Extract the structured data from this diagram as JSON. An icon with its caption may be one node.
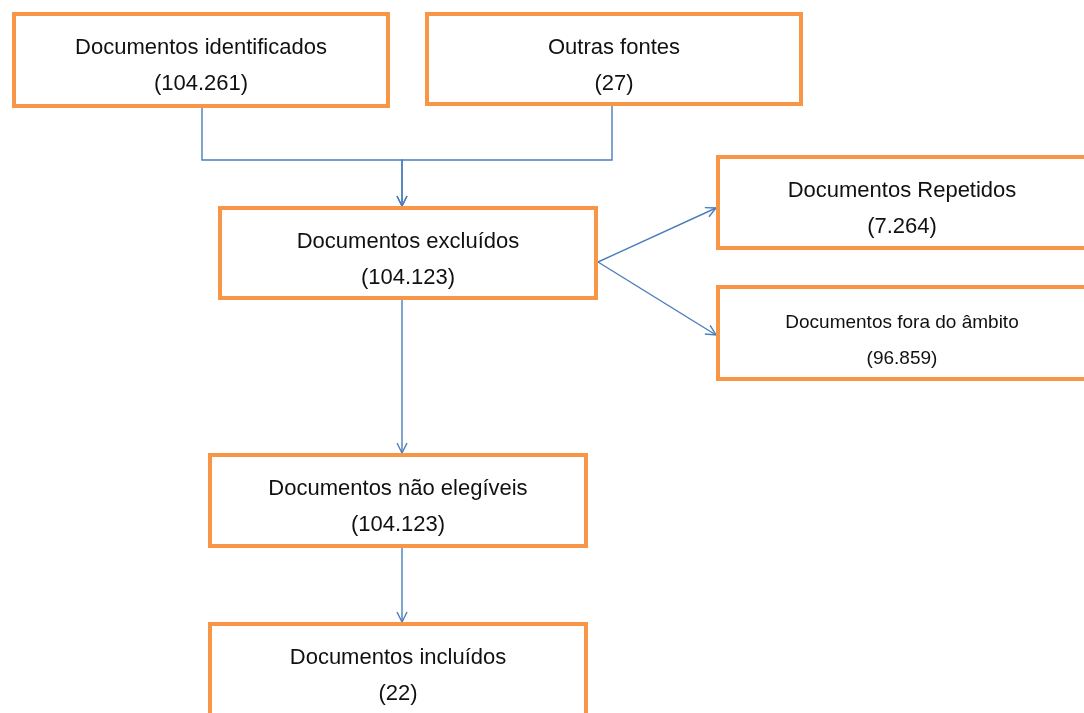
{
  "diagram": {
    "nodes": [
      {
        "text": [
          "Documentos identificados",
          "(104.261)"
        ]
      },
      {
        "text": [
          "Outras fontes",
          "(27)"
        ]
      },
      {
        "text": [
          "Documentos excluídos",
          "(104.123)"
        ]
      },
      {
        "text": [
          "Documentos Repetidos",
          "(7.264)"
        ]
      },
      {
        "text": [
          "Documentos fora do âmbito",
          "(96.859)"
        ]
      },
      {
        "text": [
          "Documentos não elegíveis",
          "(104.123)"
        ]
      },
      {
        "text": [
          "Documentos incluídos",
          "(22)"
        ]
      }
    ],
    "edges": [
      {
        "from": 0,
        "to": 2,
        "arrow": "to"
      },
      {
        "from": 1,
        "to": 2,
        "arrow": "to"
      },
      {
        "from": 2,
        "to": 3,
        "arrow": "to"
      },
      {
        "from": 2,
        "to": 4,
        "arrow": "to"
      },
      {
        "from": 2,
        "to": 5,
        "arrow": "to"
      },
      {
        "from": 5,
        "to": 6,
        "arrow": "to"
      }
    ]
  }
}
